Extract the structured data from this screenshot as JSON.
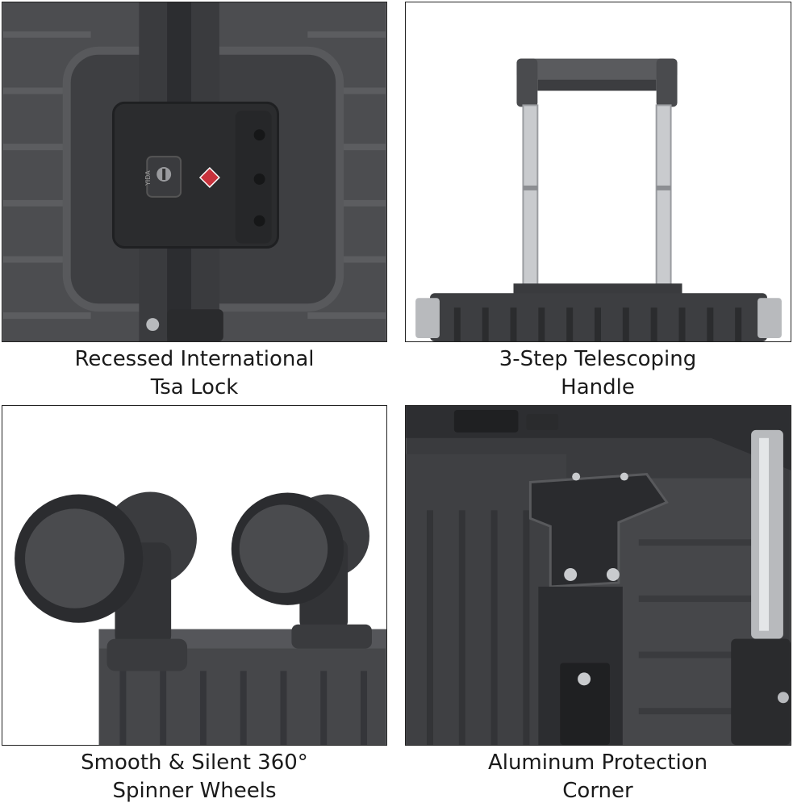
{
  "panels": [
    {
      "id": "lock",
      "caption_line1": "Recessed International",
      "caption_line2": "Tsa Lock",
      "lock_marking": "YIDA"
    },
    {
      "id": "handle",
      "caption_line1": "3-Step Telescoping",
      "caption_line2": "Handle"
    },
    {
      "id": "wheels",
      "caption_line1": "Smooth & Silent 360°",
      "caption_line2": "Spinner Wheels"
    },
    {
      "id": "corner",
      "caption_line1": "Aluminum Protection",
      "caption_line2": "Corner"
    }
  ],
  "colors": {
    "shell": "#4a4b4d",
    "shell_dark": "#2f3032",
    "aluminum": "#b8babd",
    "tsa_red": "#c8323c"
  }
}
